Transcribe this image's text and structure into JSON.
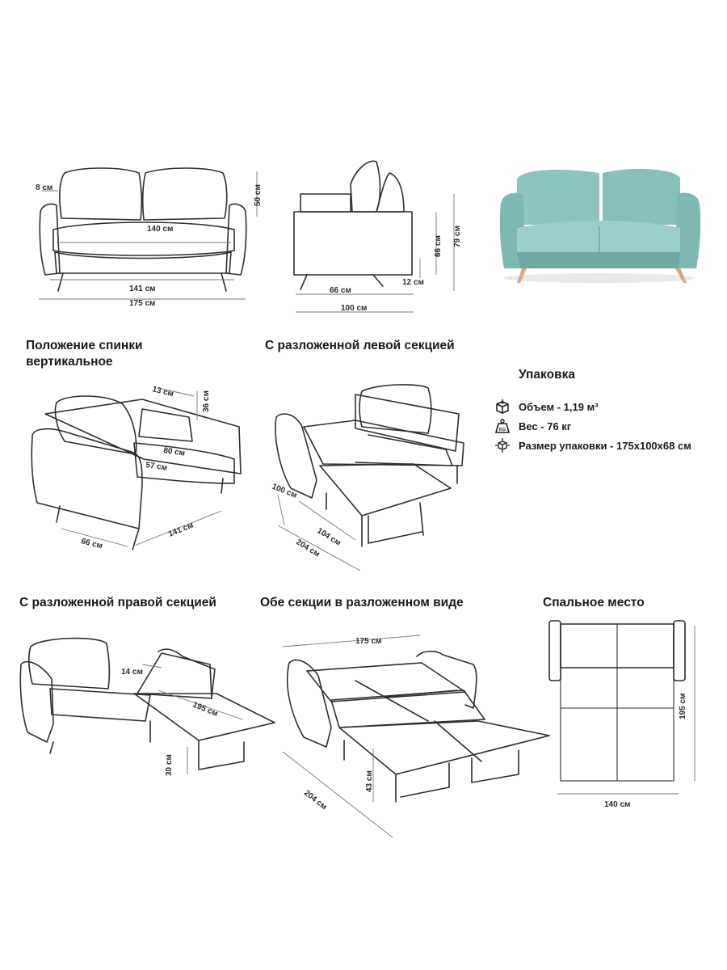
{
  "headings": {
    "back_vertical_line1": "Положение спинки",
    "back_vertical_line2": "вертикальное",
    "left_section": "С разложенной левой секцией",
    "right_section": "С разложенной правой секцией",
    "both_sections": "Обе секции в разложенном виде",
    "sleeping_place": "Спальное место",
    "packaging": "Упаковка"
  },
  "packaging": [
    {
      "icon": "box-volume-icon",
      "text": "Объем - 1,19 м³"
    },
    {
      "icon": "weight-icon",
      "text": "Вес - 76 кг"
    },
    {
      "icon": "package-size-icon",
      "text": "Размер упаковки - 175x100x68 см"
    }
  ],
  "colors": {
    "line": "#2e2e2e",
    "sofa_fabric": "#8cc5be",
    "sofa_shadow": "#5f9d96",
    "legs": "#d8a97a"
  },
  "dims": {
    "front": {
      "arm": "8 см",
      "back": "50 см",
      "seat": "140 см",
      "inner": "141 см",
      "total": "175 см"
    },
    "side": {
      "seat_depth": "66 см",
      "depth": "100 см",
      "seat_h": "66 см",
      "total_h": "79 см",
      "leg": "12 см"
    },
    "iso": {
      "pillow": "13 см",
      "back_h": "36 см",
      "seat_w": "80 см",
      "seat_d": "57 см",
      "depth": "66 см",
      "width": "141 см"
    },
    "left": {
      "depth": "100 см",
      "ext": "104 см",
      "total": "204 см"
    },
    "right": {
      "pillow": "14 см",
      "length": "195 см",
      "height": "30 см"
    },
    "both": {
      "width": "175 см",
      "height": "43 см",
      "total": "204 см"
    },
    "bed": {
      "length": "195 см",
      "width": "140 см"
    }
  }
}
